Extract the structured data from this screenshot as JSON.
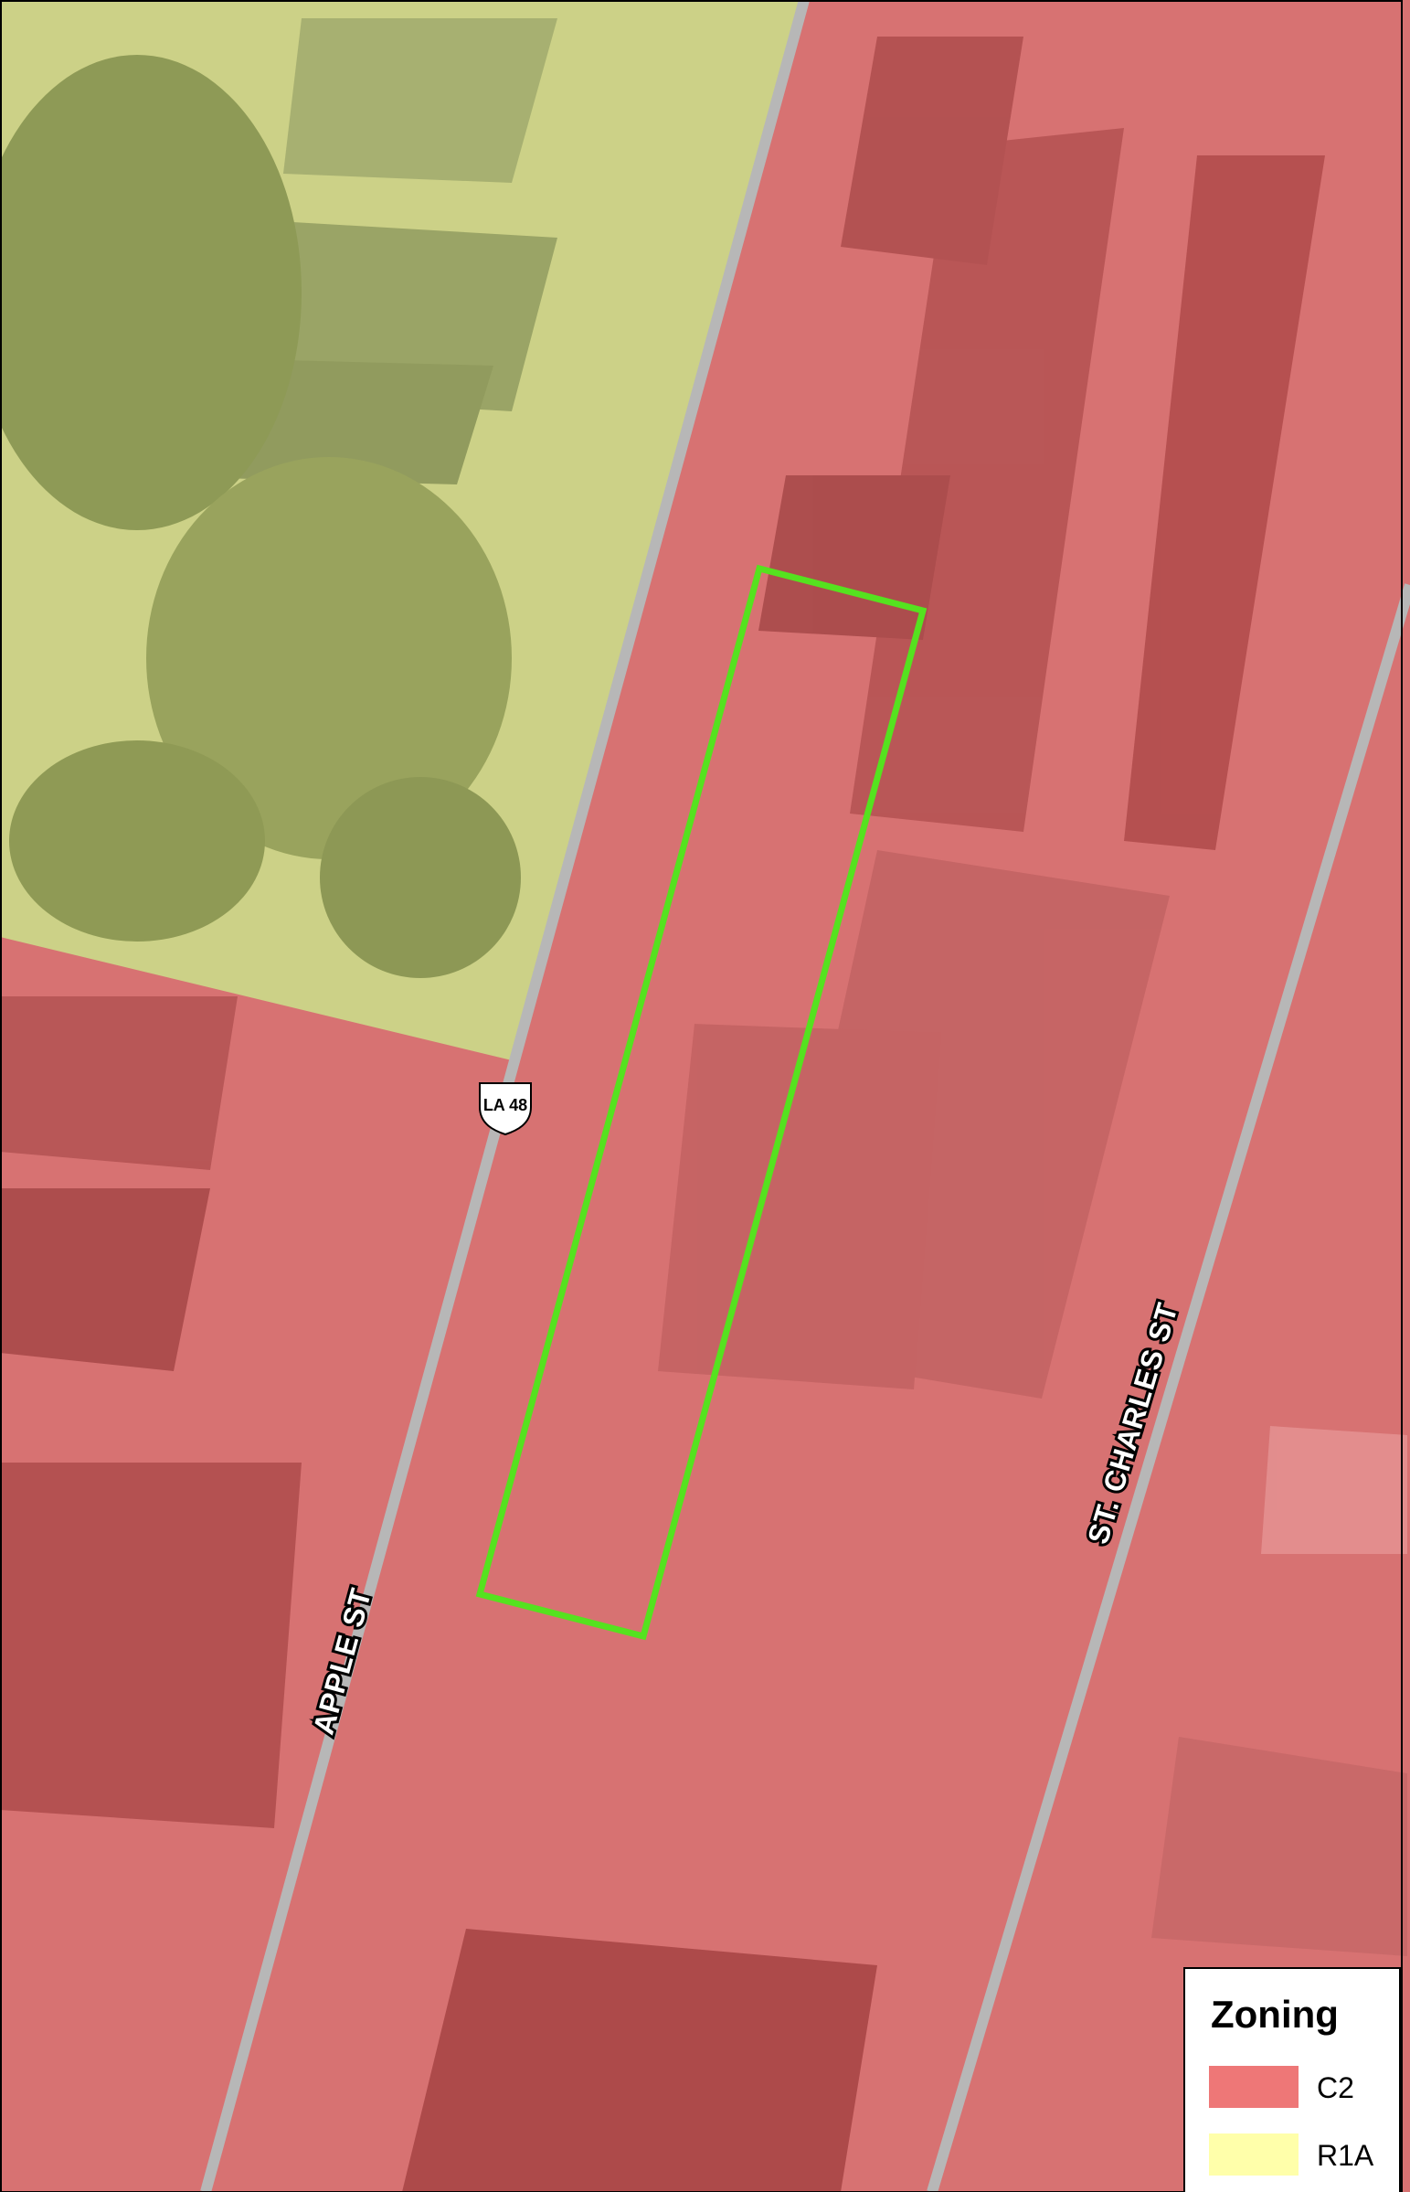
{
  "map": {
    "streets": [
      {
        "id": "apple",
        "label": "APPLE ST"
      },
      {
        "id": "st-charles",
        "label": "ST. CHARLES ST"
      }
    ],
    "route_shield": {
      "label": "LA 48"
    },
    "highlight_color": "#55e21f"
  },
  "legend": {
    "title": "Zoning",
    "items": [
      {
        "label": "C2",
        "color": "#ee7777"
      },
      {
        "label": "R1A",
        "color": "#ffffaa"
      }
    ]
  }
}
